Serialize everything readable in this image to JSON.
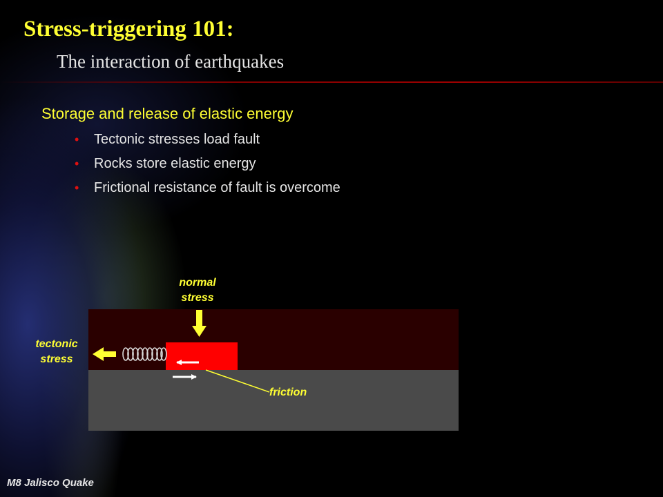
{
  "slide": {
    "title": "Stress-triggering 101:",
    "subtitle": "The interaction of earthquakes",
    "heading": "Storage and release of elastic energy",
    "bullets": [
      "Tectonic stresses load fault",
      "Rocks store elastic energy",
      "Frictional resistance of fault is overcome"
    ],
    "bullet_glyph": "•",
    "footer": "M8 Jalisco Quake"
  },
  "diagram": {
    "labels": {
      "normal_stress_line1": "normal",
      "normal_stress_line2": "stress",
      "tectonic_stress_line1": "tectonic",
      "tectonic_stress_line2": "stress",
      "friction": "friction"
    }
  },
  "colors": {
    "title": "#ffff33",
    "upper_layer": "#2a0000",
    "lower_layer": "#4a4a4a",
    "block": "#ff0000",
    "arrow": "#ffff33",
    "bullet": "#e01010"
  }
}
